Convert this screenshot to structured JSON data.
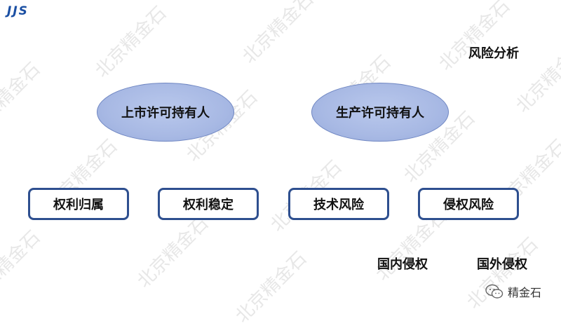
{
  "logo": {
    "text": "JJS"
  },
  "title": "风险分析",
  "holders": [
    {
      "label": "上市许可持有人"
    },
    {
      "label": "生产许可持有人"
    }
  ],
  "risks": [
    {
      "label": "权利归属"
    },
    {
      "label": "权利稳定"
    },
    {
      "label": "技术风险"
    },
    {
      "label": "侵权风险"
    }
  ],
  "sub_items": [
    {
      "label": "国内侵权"
    },
    {
      "label": "国外侵权"
    }
  ],
  "brand": {
    "icon": "wechat-icon",
    "name": "精金石"
  },
  "watermark": {
    "text": "北京精金石"
  },
  "colors": {
    "logo": "#1b4fa3",
    "ellipse_fill": "#a8b9e4",
    "ellipse_border": "#6f86c2",
    "box_border": "#2e4f8f"
  }
}
